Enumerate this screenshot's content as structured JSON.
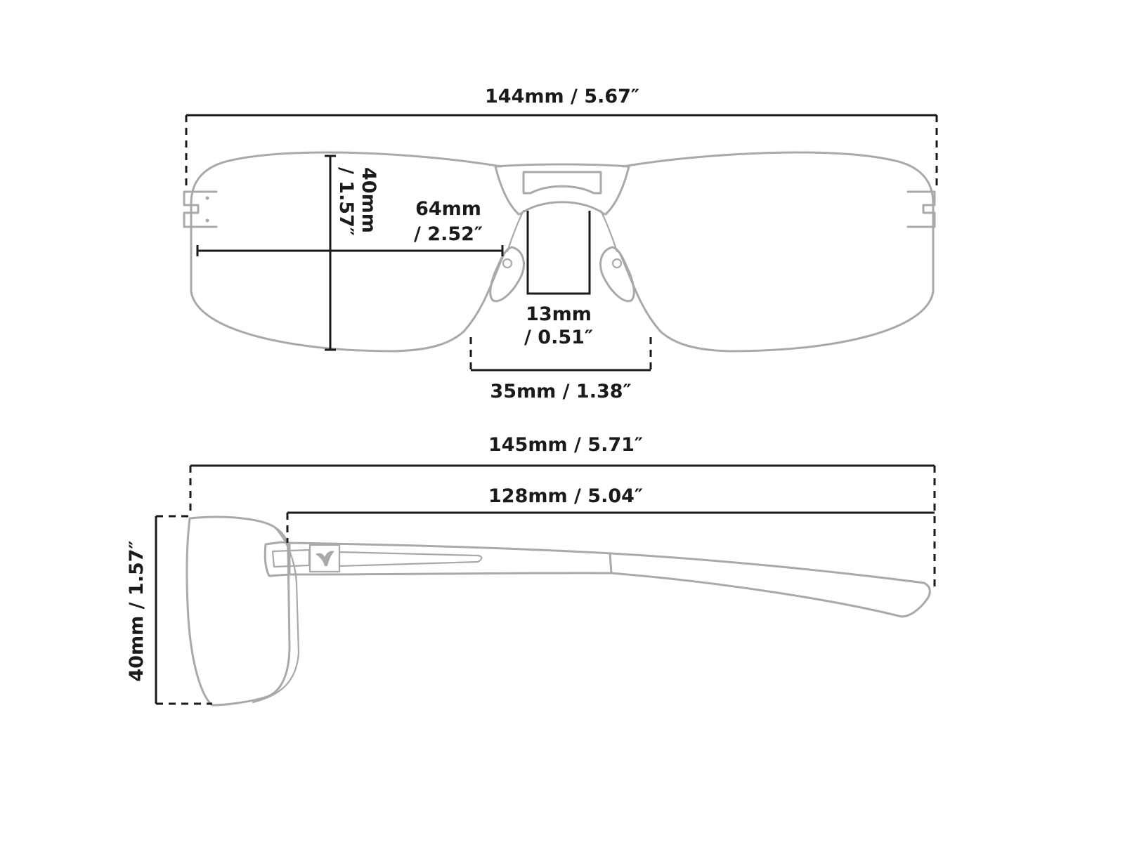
{
  "front_view": {
    "total_width": "144mm / 5.67″",
    "lens_height_mm": "40mm",
    "lens_height_in": "/ 1.57″",
    "lens_width_mm": "64mm",
    "lens_width_in": "/ 2.52″",
    "bridge_mm": "13mm",
    "bridge_in": "/ 0.51″",
    "nose_width": "35mm / 1.38″"
  },
  "side_view": {
    "total_length": "145mm / 5.71″",
    "temple_length": "128mm / 5.04″",
    "lens_height": "40mm / 1.57″"
  },
  "colors": {
    "frame_outline": "#a9a9a9",
    "dimension_line": "#1a1a1a",
    "background": "#ffffff"
  }
}
